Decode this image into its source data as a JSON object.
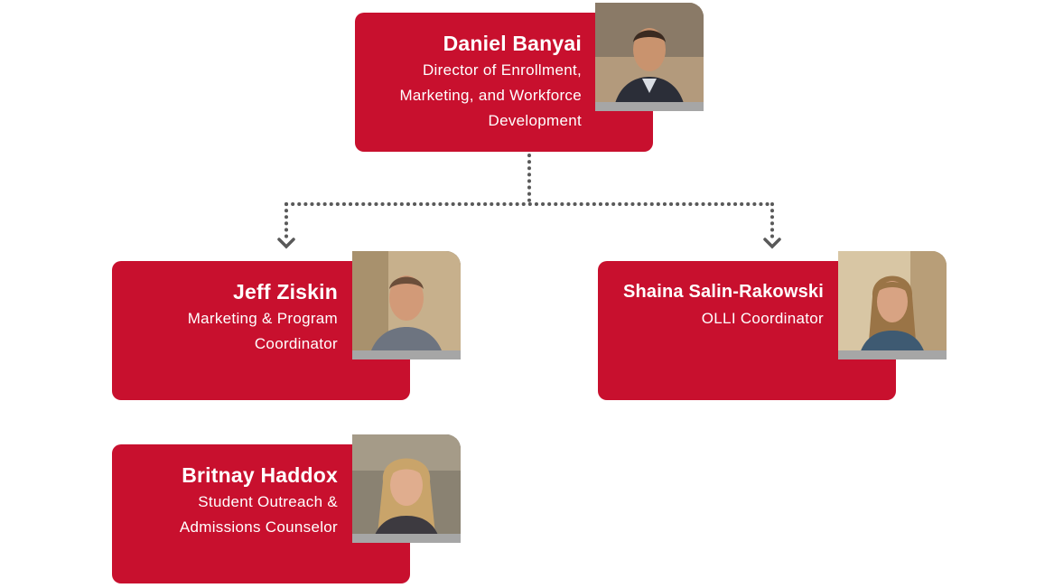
{
  "colors": {
    "card": "#c8102e",
    "text": "#ffffff",
    "connector": "#595959",
    "photo_bar": "#a6a6a6"
  },
  "director": {
    "name": "Daniel Banyai",
    "title": "Director of Enrollment, Marketing, and Workforce Development"
  },
  "staff": [
    {
      "name": "Jeff Ziskin",
      "title": "Marketing & Program Coordinator"
    },
    {
      "name": "Shaina Salin-Rakowski",
      "title": "OLLI Coordinator"
    },
    {
      "name": "Britnay Haddox",
      "title": "Student Outreach & Admissions Counselor"
    }
  ]
}
